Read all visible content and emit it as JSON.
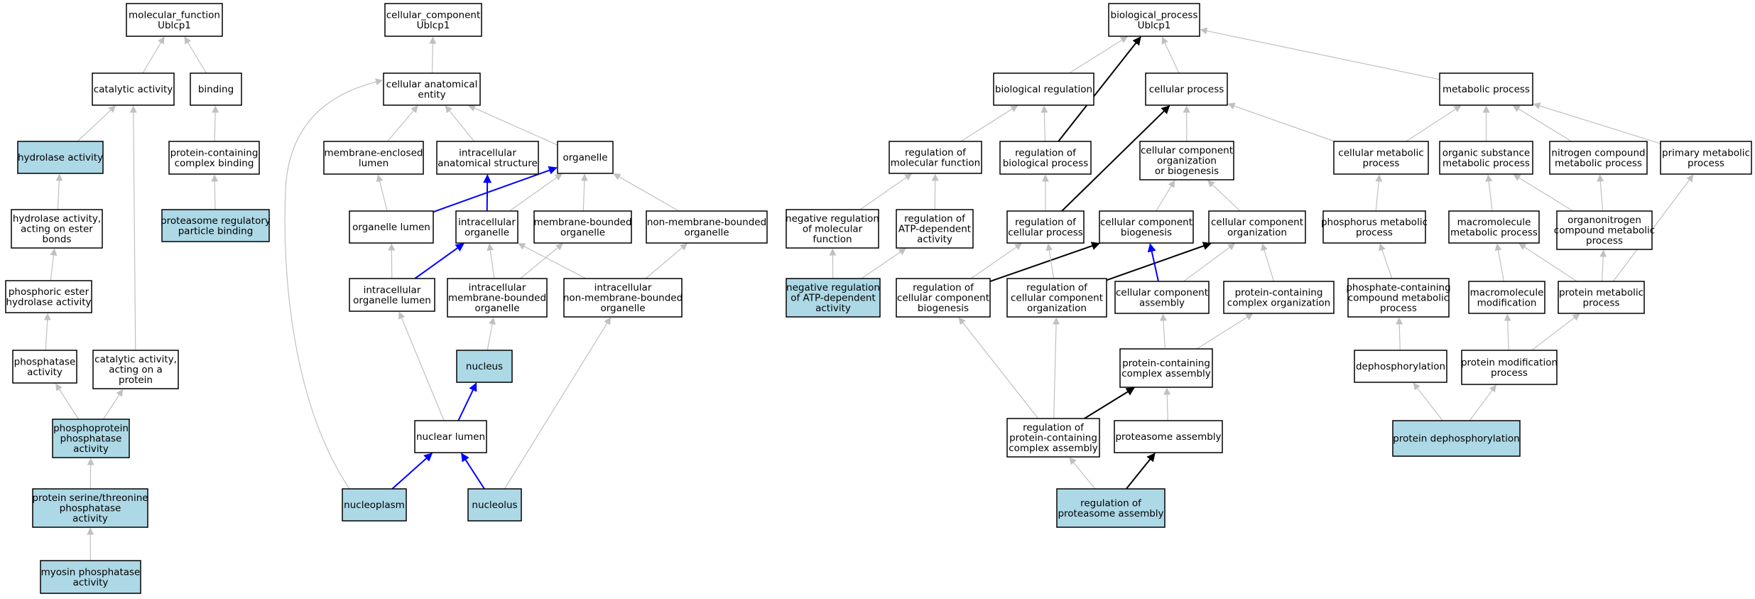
{
  "colors": {
    "highlight_fill": "#add8e6",
    "default_fill": "#ffffff",
    "node_stroke": "#000000",
    "edge_gray": "#c0c0c0",
    "edge_black": "#000000",
    "edge_blue": "#0000ff"
  },
  "nodes": [
    {
      "id": "mf",
      "lines": [
        "molecular_function",
        "Ublcp1"
      ],
      "highlight": false
    },
    {
      "id": "cat",
      "lines": [
        "catalytic activity"
      ],
      "highlight": false
    },
    {
      "id": "bind",
      "lines": [
        "binding"
      ],
      "highlight": false
    },
    {
      "id": "hydro",
      "lines": [
        "hydrolase activity"
      ],
      "highlight": true
    },
    {
      "id": "pcb",
      "lines": [
        "protein-containing",
        "complex binding"
      ],
      "highlight": false
    },
    {
      "id": "hydroest",
      "lines": [
        "hydrolase activity,",
        "acting on ester",
        "bonds"
      ],
      "highlight": false
    },
    {
      "id": "prpb",
      "lines": [
        "proteasome regulatory",
        "particle binding"
      ],
      "highlight": true
    },
    {
      "id": "phosest",
      "lines": [
        "phosphoric ester",
        "hydrolase activity"
      ],
      "highlight": false
    },
    {
      "id": "phosph",
      "lines": [
        "phosphatase",
        "activity"
      ],
      "highlight": false
    },
    {
      "id": "catprot",
      "lines": [
        "catalytic activity,",
        "acting on a",
        "protein"
      ],
      "highlight": false
    },
    {
      "id": "ppase",
      "lines": [
        "phosphoprotein",
        "phosphatase",
        "activity"
      ],
      "highlight": true
    },
    {
      "id": "stpase",
      "lines": [
        "protein serine/threonine",
        "phosphatase",
        "activity"
      ],
      "highlight": true
    },
    {
      "id": "myosin",
      "lines": [
        "myosin phosphatase",
        "activity"
      ],
      "highlight": true
    },
    {
      "id": "cc",
      "lines": [
        "cellular_component",
        "Ublcp1"
      ],
      "highlight": false
    },
    {
      "id": "cae",
      "lines": [
        "cellular anatomical",
        "entity"
      ],
      "highlight": false
    },
    {
      "id": "mel",
      "lines": [
        "membrane-enclosed",
        "lumen"
      ],
      "highlight": false
    },
    {
      "id": "ias",
      "lines": [
        "intracellular",
        "anatomical structure"
      ],
      "highlight": false
    },
    {
      "id": "org",
      "lines": [
        "organelle"
      ],
      "highlight": false
    },
    {
      "id": "orglum",
      "lines": [
        "organelle lumen"
      ],
      "highlight": false
    },
    {
      "id": "iorg",
      "lines": [
        "intracellular",
        "organelle"
      ],
      "highlight": false
    },
    {
      "id": "mbo",
      "lines": [
        "membrane-bounded",
        "organelle"
      ],
      "highlight": false
    },
    {
      "id": "nmbo",
      "lines": [
        "non-membrane-bounded",
        "organelle"
      ],
      "highlight": false
    },
    {
      "id": "iol",
      "lines": [
        "intracellular",
        "organelle lumen"
      ],
      "highlight": false
    },
    {
      "id": "imbo",
      "lines": [
        "intracellular",
        "membrane-bounded",
        "organelle"
      ],
      "highlight": false
    },
    {
      "id": "inmbo",
      "lines": [
        "intracellular",
        "non-membrane-bounded",
        "organelle"
      ],
      "highlight": false
    },
    {
      "id": "nucleus",
      "lines": [
        "nucleus"
      ],
      "highlight": true
    },
    {
      "id": "nuclum",
      "lines": [
        "nuclear lumen"
      ],
      "highlight": false
    },
    {
      "id": "nucleoplasm",
      "lines": [
        "nucleoplasm"
      ],
      "highlight": true
    },
    {
      "id": "nucleolus",
      "lines": [
        "nucleolus"
      ],
      "highlight": true
    },
    {
      "id": "bp",
      "lines": [
        "biological_process",
        "Ublcp1"
      ],
      "highlight": false
    },
    {
      "id": "bioreg",
      "lines": [
        "biological regulation"
      ],
      "highlight": false
    },
    {
      "id": "cellproc",
      "lines": [
        "cellular process"
      ],
      "highlight": false
    },
    {
      "id": "metproc",
      "lines": [
        "metabolic process"
      ],
      "highlight": false
    },
    {
      "id": "regmf",
      "lines": [
        "regulation of",
        "molecular function"
      ],
      "highlight": false
    },
    {
      "id": "regbp",
      "lines": [
        "regulation of",
        "biological process"
      ],
      "highlight": false
    },
    {
      "id": "ccob",
      "lines": [
        "cellular component",
        "organization",
        "or biogenesis"
      ],
      "highlight": false
    },
    {
      "id": "cellmet",
      "lines": [
        "cellular metabolic",
        "process"
      ],
      "highlight": false
    },
    {
      "id": "osmp",
      "lines": [
        "organic substance",
        "metabolic process"
      ],
      "highlight": false
    },
    {
      "id": "ncmp",
      "lines": [
        "nitrogen compound",
        "metabolic process"
      ],
      "highlight": false
    },
    {
      "id": "pmp",
      "lines": [
        "primary metabolic",
        "process"
      ],
      "highlight": false
    },
    {
      "id": "negregmf",
      "lines": [
        "negative regulation",
        "of molecular",
        "function"
      ],
      "highlight": false
    },
    {
      "id": "regatp",
      "lines": [
        "regulation of",
        "ATP-dependent",
        "activity"
      ],
      "highlight": false
    },
    {
      "id": "regcp",
      "lines": [
        "regulation of",
        "cellular process"
      ],
      "highlight": false
    },
    {
      "id": "ccbio",
      "lines": [
        "cellular component",
        "biogenesis"
      ],
      "highlight": false
    },
    {
      "id": "ccorg",
      "lines": [
        "cellular component",
        "organization"
      ],
      "highlight": false
    },
    {
      "id": "phosmp",
      "lines": [
        "phosphorus metabolic",
        "process"
      ],
      "highlight": false
    },
    {
      "id": "macromp",
      "lines": [
        "macromolecule",
        "metabolic process"
      ],
      "highlight": false
    },
    {
      "id": "oncmp",
      "lines": [
        "organonitrogen",
        "compound metabolic",
        "process"
      ],
      "highlight": false
    },
    {
      "id": "negregatp",
      "lines": [
        "negative regulation",
        "of ATP-dependent",
        "activity"
      ],
      "highlight": true
    },
    {
      "id": "regccb",
      "lines": [
        "regulation of",
        "cellular component",
        "biogenesis"
      ],
      "highlight": false
    },
    {
      "id": "regcco",
      "lines": [
        "regulation of",
        "cellular component",
        "organization"
      ],
      "highlight": false
    },
    {
      "id": "cca",
      "lines": [
        "cellular component",
        "assembly"
      ],
      "highlight": false
    },
    {
      "id": "pcco",
      "lines": [
        "protein-containing",
        "complex organization"
      ],
      "highlight": false
    },
    {
      "id": "pccmp",
      "lines": [
        "phosphate-containing",
        "compound metabolic",
        "process"
      ],
      "highlight": false
    },
    {
      "id": "macromod",
      "lines": [
        "macromolecule",
        "modification"
      ],
      "highlight": false
    },
    {
      "id": "protmp",
      "lines": [
        "protein metabolic",
        "process"
      ],
      "highlight": false
    },
    {
      "id": "pcca",
      "lines": [
        "protein-containing",
        "complex assembly"
      ],
      "highlight": false
    },
    {
      "id": "dephos",
      "lines": [
        "dephosphorylation"
      ],
      "highlight": false
    },
    {
      "id": "protmod",
      "lines": [
        "protein modification",
        "process"
      ],
      "highlight": false
    },
    {
      "id": "regpcca",
      "lines": [
        "regulation of",
        "protein-containing",
        "complex assembly"
      ],
      "highlight": false
    },
    {
      "id": "proteasome",
      "lines": [
        "proteasome assembly"
      ],
      "highlight": false
    },
    {
      "id": "protdephos",
      "lines": [
        "protein dephosphorylation"
      ],
      "highlight": true
    },
    {
      "id": "regproteasome",
      "lines": [
        "regulation of",
        "proteasome assembly"
      ],
      "highlight": true
    }
  ],
  "edges": [
    {
      "from": "cat",
      "to": "mf",
      "color": "gray"
    },
    {
      "from": "bind",
      "to": "mf",
      "color": "gray"
    },
    {
      "from": "hydro",
      "to": "cat",
      "color": "gray"
    },
    {
      "from": "catprot",
      "to": "cat",
      "color": "gray"
    },
    {
      "from": "pcb",
      "to": "bind",
      "color": "gray"
    },
    {
      "from": "prpb",
      "to": "pcb",
      "color": "gray"
    },
    {
      "from": "hydroest",
      "to": "hydro",
      "color": "gray"
    },
    {
      "from": "phosest",
      "to": "hydroest",
      "color": "gray"
    },
    {
      "from": "phosph",
      "to": "phosest",
      "color": "gray"
    },
    {
      "from": "ppase",
      "to": "phosph",
      "color": "gray"
    },
    {
      "from": "ppase",
      "to": "catprot",
      "color": "gray"
    },
    {
      "from": "stpase",
      "to": "ppase",
      "color": "gray"
    },
    {
      "from": "myosin",
      "to": "stpase",
      "color": "gray"
    },
    {
      "from": "cae",
      "to": "cc",
      "color": "gray"
    },
    {
      "from": "mel",
      "to": "cae",
      "color": "gray"
    },
    {
      "from": "ias",
      "to": "cae",
      "color": "gray"
    },
    {
      "from": "org",
      "to": "cae",
      "color": "gray"
    },
    {
      "from": "orglum",
      "to": "mel",
      "color": "gray"
    },
    {
      "from": "orglum",
      "to": "org",
      "color": "blue"
    },
    {
      "from": "iorg",
      "to": "ias",
      "color": "blue"
    },
    {
      "from": "iorg",
      "to": "org",
      "color": "gray"
    },
    {
      "from": "mbo",
      "to": "org",
      "color": "gray"
    },
    {
      "from": "nmbo",
      "to": "org",
      "color": "gray"
    },
    {
      "from": "iol",
      "to": "orglum",
      "color": "gray"
    },
    {
      "from": "iol",
      "to": "iorg",
      "color": "blue"
    },
    {
      "from": "imbo",
      "to": "iorg",
      "color": "gray"
    },
    {
      "from": "imbo",
      "to": "mbo",
      "color": "gray"
    },
    {
      "from": "inmbo",
      "to": "iorg",
      "color": "gray"
    },
    {
      "from": "inmbo",
      "to": "nmbo",
      "color": "gray"
    },
    {
      "from": "nucleus",
      "to": "imbo",
      "color": "gray"
    },
    {
      "from": "nuclum",
      "to": "iol",
      "color": "gray"
    },
    {
      "from": "nuclum",
      "to": "nucleus",
      "color": "blue"
    },
    {
      "from": "nucleoplasm",
      "to": "nuclum",
      "color": "blue"
    },
    {
      "from": "nucleoplasm",
      "to": "cae",
      "color": "gray",
      "curve": "left"
    },
    {
      "from": "nucleolus",
      "to": "nuclum",
      "color": "blue"
    },
    {
      "from": "nucleolus",
      "to": "inmbo",
      "color": "gray"
    },
    {
      "from": "bioreg",
      "to": "bp",
      "color": "gray"
    },
    {
      "from": "cellproc",
      "to": "bp",
      "color": "gray"
    },
    {
      "from": "metproc",
      "to": "bp",
      "color": "gray"
    },
    {
      "from": "regbp",
      "to": "bp",
      "color": "black"
    },
    {
      "from": "regmf",
      "to": "bioreg",
      "color": "gray"
    },
    {
      "from": "regbp",
      "to": "bioreg",
      "color": "gray"
    },
    {
      "from": "ccob",
      "to": "cellproc",
      "color": "gray"
    },
    {
      "from": "cellmet",
      "to": "cellproc",
      "color": "gray"
    },
    {
      "from": "regcp",
      "to": "cellproc",
      "color": "black"
    },
    {
      "from": "cellmet",
      "to": "metproc",
      "color": "gray"
    },
    {
      "from": "osmp",
      "to": "metproc",
      "color": "gray"
    },
    {
      "from": "ncmp",
      "to": "metproc",
      "color": "gray"
    },
    {
      "from": "pmp",
      "to": "metproc",
      "color": "gray"
    },
    {
      "from": "negregmf",
      "to": "regmf",
      "color": "gray"
    },
    {
      "from": "regatp",
      "to": "regmf",
      "color": "gray"
    },
    {
      "from": "regcp",
      "to": "regbp",
      "color": "gray"
    },
    {
      "from": "ccbio",
      "to": "ccob",
      "color": "gray"
    },
    {
      "from": "ccorg",
      "to": "ccob",
      "color": "gray"
    },
    {
      "from": "phosmp",
      "to": "cellmet",
      "color": "gray"
    },
    {
      "from": "macromp",
      "to": "osmp",
      "color": "gray"
    },
    {
      "from": "oncmp",
      "to": "osmp",
      "color": "gray"
    },
    {
      "from": "oncmp",
      "to": "ncmp",
      "color": "gray"
    },
    {
      "from": "negregatp",
      "to": "negregmf",
      "color": "gray"
    },
    {
      "from": "negregatp",
      "to": "regatp",
      "color": "gray"
    },
    {
      "from": "regccb",
      "to": "regcp",
      "color": "gray"
    },
    {
      "from": "regccb",
      "to": "ccbio",
      "color": "black"
    },
    {
      "from": "regcco",
      "to": "regcp",
      "color": "gray"
    },
    {
      "from": "regcco",
      "to": "ccorg",
      "color": "black"
    },
    {
      "from": "cca",
      "to": "ccbio",
      "color": "blue"
    },
    {
      "from": "cca",
      "to": "ccorg",
      "color": "gray"
    },
    {
      "from": "pcco",
      "to": "ccorg",
      "color": "gray"
    },
    {
      "from": "pccmp",
      "to": "phosmp",
      "color": "gray"
    },
    {
      "from": "macromod",
      "to": "macromp",
      "color": "gray"
    },
    {
      "from": "protmp",
      "to": "macromp",
      "color": "gray"
    },
    {
      "from": "protmp",
      "to": "oncmp",
      "color": "gray"
    },
    {
      "from": "protmp",
      "to": "pmp",
      "color": "gray"
    },
    {
      "from": "pcca",
      "to": "cca",
      "color": "gray"
    },
    {
      "from": "pcca",
      "to": "pcco",
      "color": "gray"
    },
    {
      "from": "dephos",
      "to": "pccmp",
      "color": "gray"
    },
    {
      "from": "protmod",
      "to": "macromod",
      "color": "gray"
    },
    {
      "from": "protmod",
      "to": "protmp",
      "color": "gray"
    },
    {
      "from": "regpcca",
      "to": "regccb",
      "color": "gray"
    },
    {
      "from": "regpcca",
      "to": "regcco",
      "color": "gray"
    },
    {
      "from": "regpcca",
      "to": "pcca",
      "color": "black"
    },
    {
      "from": "proteasome",
      "to": "pcca",
      "color": "gray"
    },
    {
      "from": "protdephos",
      "to": "dephos",
      "color": "gray"
    },
    {
      "from": "protdephos",
      "to": "protmod",
      "color": "gray"
    },
    {
      "from": "regproteasome",
      "to": "regpcca",
      "color": "gray"
    },
    {
      "from": "regproteasome",
      "to": "proteasome",
      "color": "black"
    }
  ]
}
